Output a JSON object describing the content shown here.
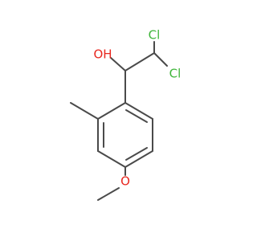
{
  "molecule": {
    "name": "",
    "atoms": {
      "hydroxyl": {
        "symbol": "OH",
        "color": "#e8271f"
      },
      "chlorine_top": {
        "symbol": "Cl",
        "color": "#3fb53a"
      },
      "chlorine_right": {
        "symbol": "Cl",
        "color": "#3fb53a"
      },
      "methoxy_oxygen": {
        "symbol": "O",
        "color": "#e8271f"
      }
    },
    "bond_color": "#4a4a4a"
  }
}
